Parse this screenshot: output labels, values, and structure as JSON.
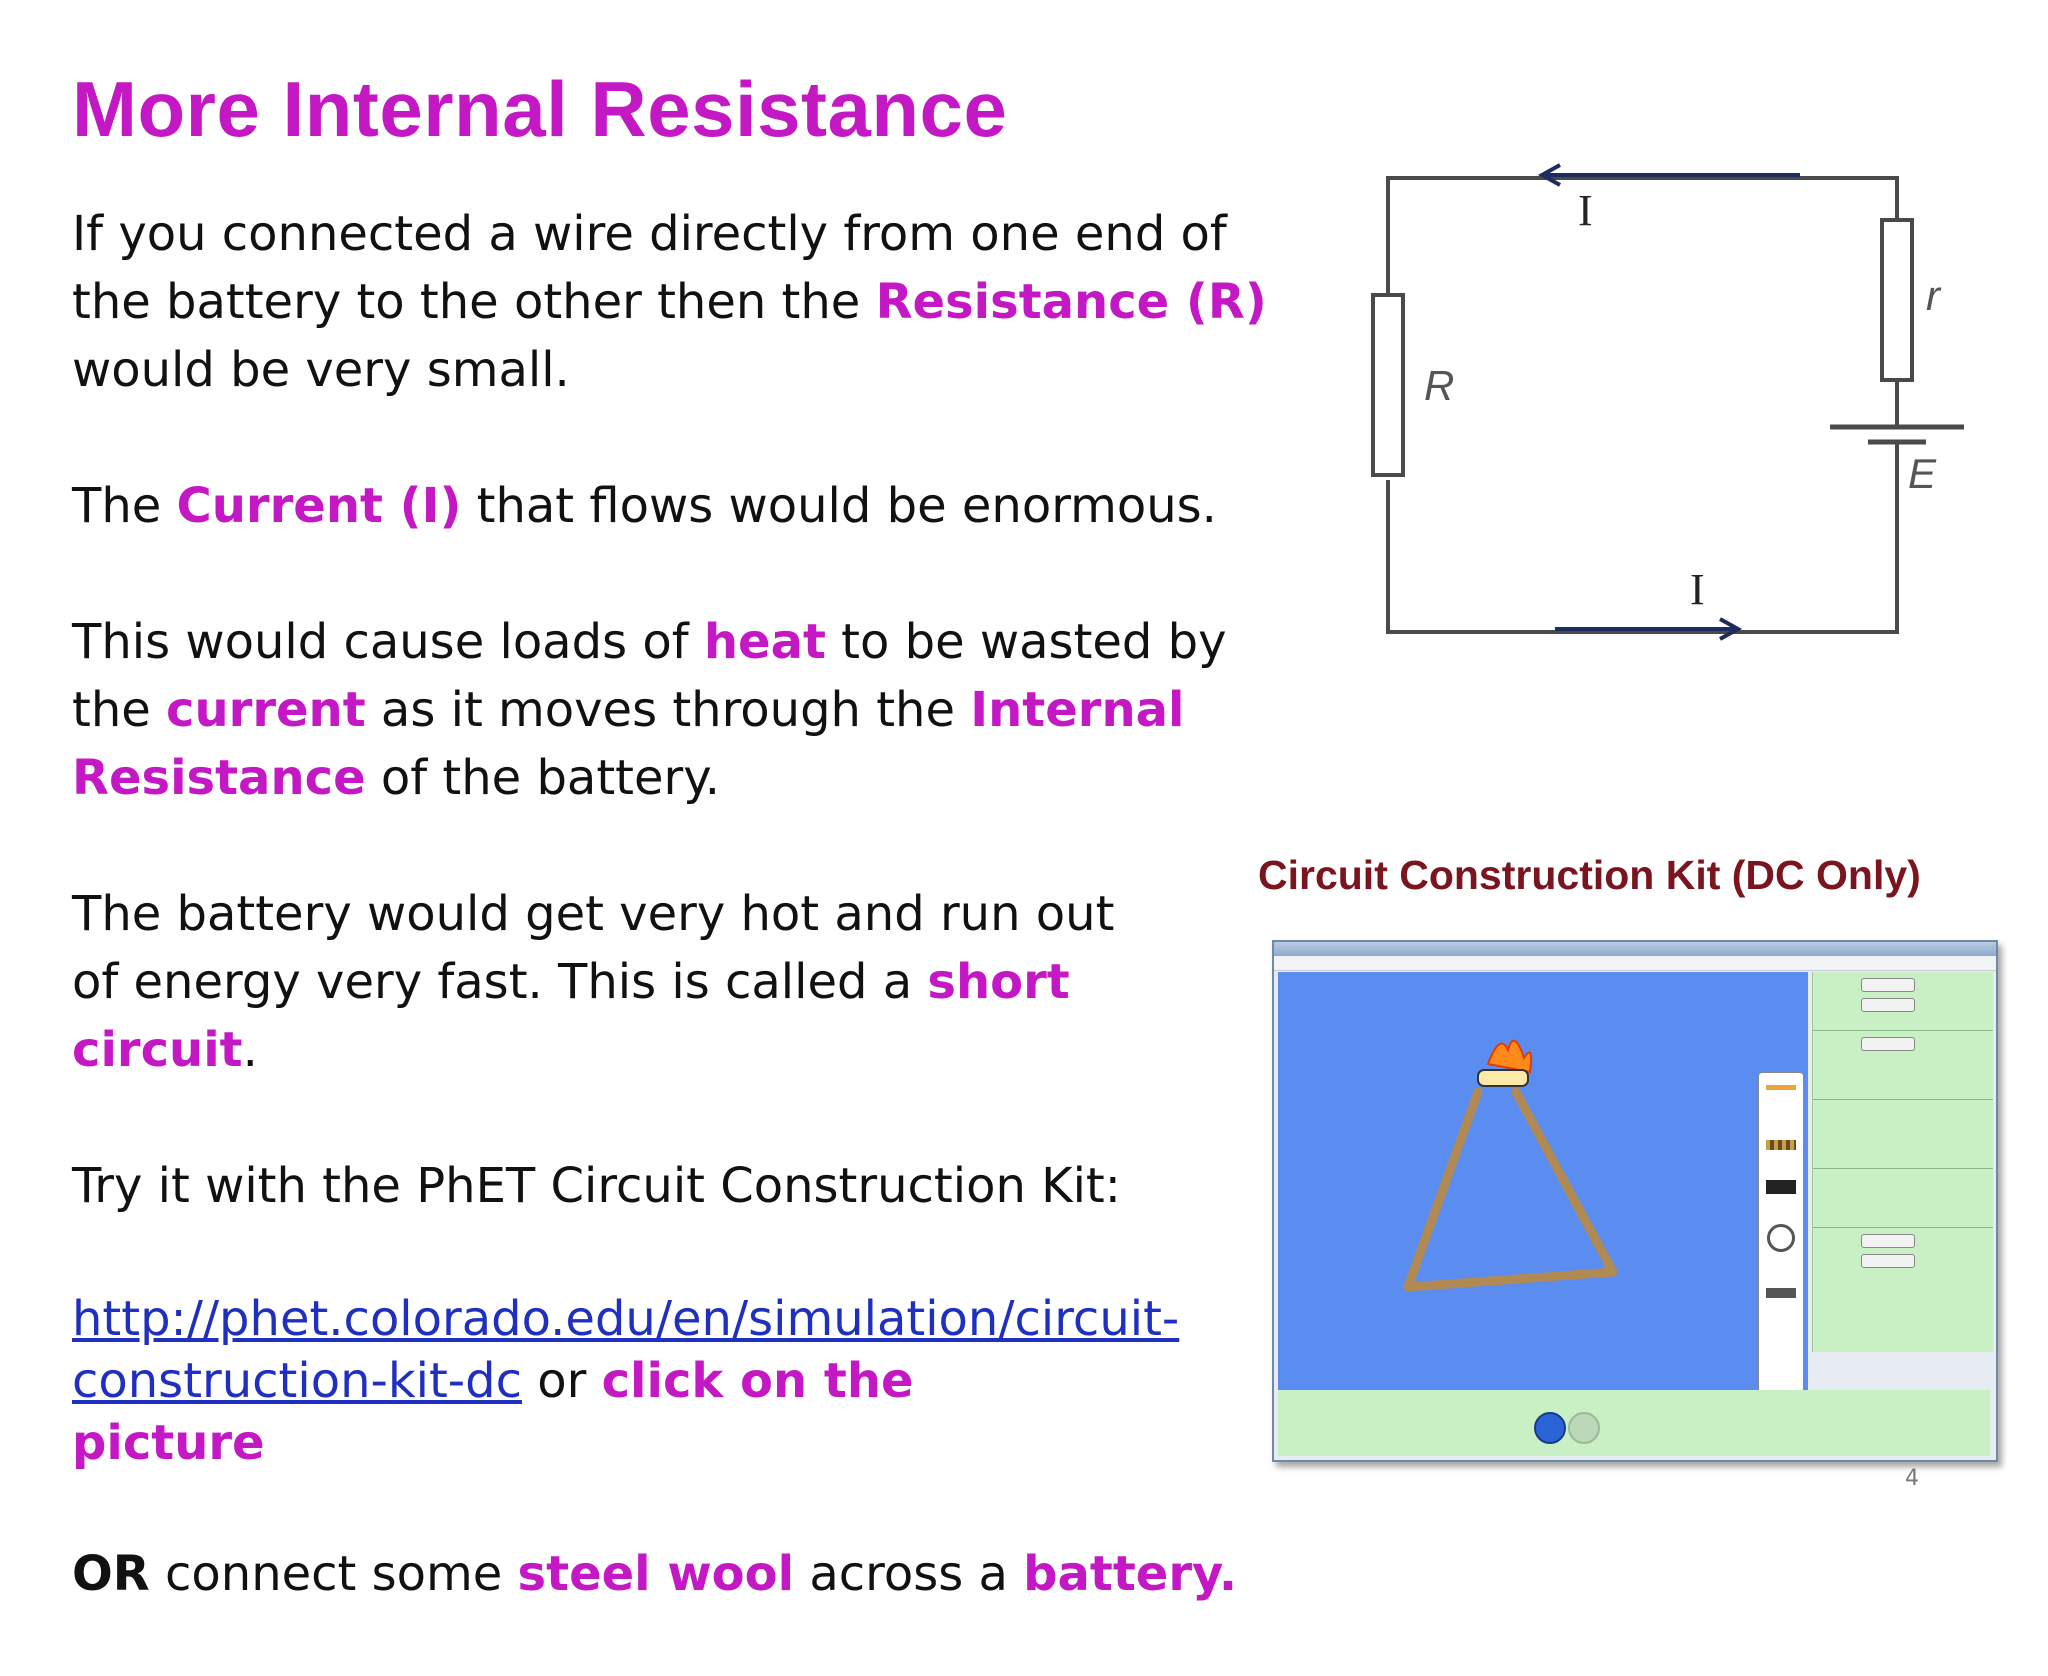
{
  "title": "More Internal Resistance",
  "p1": {
    "before": "If you connected a wire directly from one end of the battery to the other then the ",
    "hl": "Resistance (R)",
    "after": " would be very small."
  },
  "p2": {
    "before": "The ",
    "hl": "Current (I)",
    "after": " that flows would be enormous."
  },
  "p3": {
    "before": "This would cause loads of ",
    "hl1": "heat",
    "mid1": " to be wasted by the ",
    "hl2": "current",
    "mid2": " as it moves through the ",
    "hl3": "Internal Resistance",
    "after": " of the battery."
  },
  "p4": {
    "before": "The battery would get very hot and run out of energy very fast. This is called a ",
    "hl": "short circuit",
    "after": "."
  },
  "p5": "Try it with the PhET Circuit Construction Kit:",
  "p6": {
    "link": "http://phet.colorado.edu/en/simulation/circuit-construction-kit-dc",
    "mid": " or ",
    "hl": "click on the picture"
  },
  "p7": {
    "bold": "OR",
    "mid1": " connect some ",
    "hl1": "steel wool",
    "mid2": " across a ",
    "hl2": "battery."
  },
  "circuit": {
    "label_R": "R",
    "label_r": "r",
    "label_E": "E",
    "current_top": "I",
    "current_bottom": "I"
  },
  "sim": {
    "heading": "Circuit Construction Kit (DC Only)"
  },
  "page_number": "4",
  "colors": {
    "highlight": "#c418c4",
    "link": "#1f2fbf",
    "sim_heading": "#7a1520",
    "sim_canvas": "#5b8df0",
    "sim_panel": "#c9f0c4"
  }
}
